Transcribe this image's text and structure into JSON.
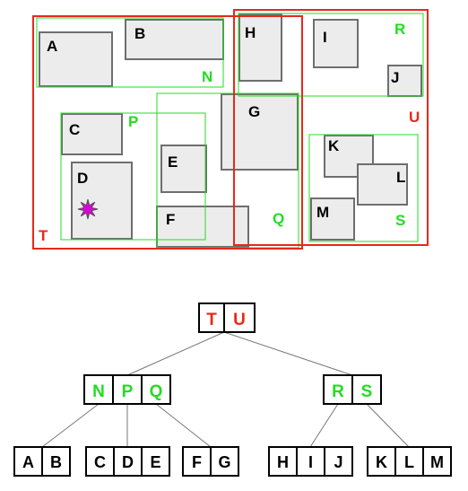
{
  "colors": {
    "red": "#e8281c",
    "green": "#22dd22",
    "dark_green": "#4a9a4a",
    "gray_fill": "#ececec",
    "gray_stroke": "#6e6e6e",
    "star": "#dd00dd",
    "black": "#000000",
    "edge": "#777777"
  },
  "rects": {
    "A": "A",
    "B": "B",
    "C": "C",
    "D": "D",
    "E": "E",
    "F": "F",
    "G": "G",
    "H": "H",
    "I": "I",
    "J": "J",
    "K": "K",
    "L": "L",
    "M": "M"
  },
  "regions": {
    "N": "N",
    "P": "P",
    "Q": "Q",
    "R": "R",
    "S": "S",
    "T": "T",
    "U": "U"
  },
  "tree": {
    "root": [
      "T",
      "U"
    ],
    "left_internal": [
      "N",
      "P",
      "Q"
    ],
    "right_internal": [
      "R",
      "S"
    ],
    "leaves": [
      [
        "A",
        "B"
      ],
      [
        "C",
        "D",
        "E"
      ],
      [
        "F",
        "G"
      ],
      [
        "H",
        "I",
        "J"
      ],
      [
        "K",
        "L",
        "M"
      ]
    ]
  }
}
